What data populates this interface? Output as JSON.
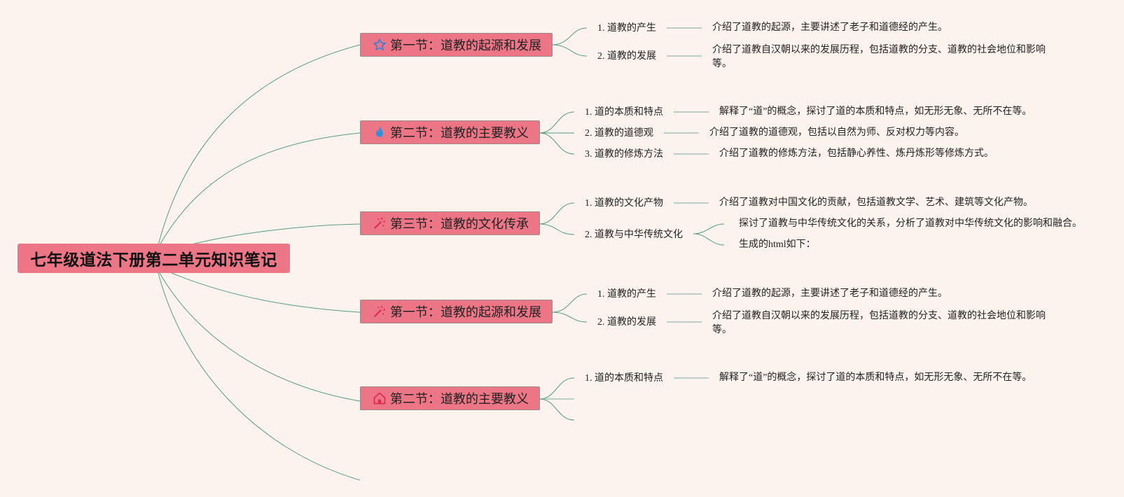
{
  "root": {
    "title": "七年级道法下册第二单元知识笔记"
  },
  "colors": {
    "node_fill": "#ec7686",
    "link": "#5a9a7c",
    "background": "#fdf3ee"
  },
  "sections": [
    {
      "icon": "star-icon",
      "title": "第一节：道教的起源和发展",
      "topics": [
        {
          "label": "1. 道教的产生",
          "details": [
            "介绍了道教的起源，主要讲述了老子和道德经的产生。"
          ]
        },
        {
          "label": "2. 道教的发展",
          "details": [
            "介绍了道教自汉朝以来的发展历程，包括道教的分支、道教的社会地位和影响等。"
          ]
        }
      ]
    },
    {
      "icon": "flame-icon",
      "title": "第二节：道教的主要教义",
      "topics": [
        {
          "label": "1. 道的本质和特点",
          "details": [
            "解释了“道”的概念，探讨了道的本质和特点，如无形无象、无所不在等。"
          ]
        },
        {
          "label": "2. 道教的道德观",
          "details": [
            "介绍了道教的道德观，包括以自然为师、反对权力等内容。"
          ]
        },
        {
          "label": "3. 道教的修炼方法",
          "details": [
            "介绍了道教的修炼方法，包括静心养性、炼丹炼形等修炼方式。"
          ]
        }
      ]
    },
    {
      "icon": "magic-wand-icon",
      "title": "第三节：道教的文化传承",
      "topics": [
        {
          "label": "1. 道教的文化产物",
          "details": [
            "介绍了道教对中国文化的贡献，包括道教文学、艺术、建筑等文化产物。"
          ]
        },
        {
          "label": "2. 道教与中华传统文化",
          "details": [
            "探讨了道教与中华传统文化的关系，分析了道教对中华传统文化的影响和融合。",
            "生成的html如下："
          ]
        }
      ]
    },
    {
      "icon": "magic-wand-icon",
      "title": "第一节：道教的起源和发展",
      "topics": [
        {
          "label": "1. 道教的产生",
          "details": [
            "介绍了道教的起源，主要讲述了老子和道德经的产生。"
          ]
        },
        {
          "label": "2. 道教的发展",
          "details": [
            "介绍了道教自汉朝以来的发展历程，包括道教的分支、道教的社会地位和影响等。"
          ]
        }
      ]
    },
    {
      "icon": "home-icon",
      "title": "第二节：道教的主要教义",
      "topics": [
        {
          "label": "1. 道的本质和特点",
          "details": [
            "解释了“道”的概念，探讨了道的本质和特点，如无形无象、无所不在等。"
          ]
        }
      ]
    }
  ]
}
